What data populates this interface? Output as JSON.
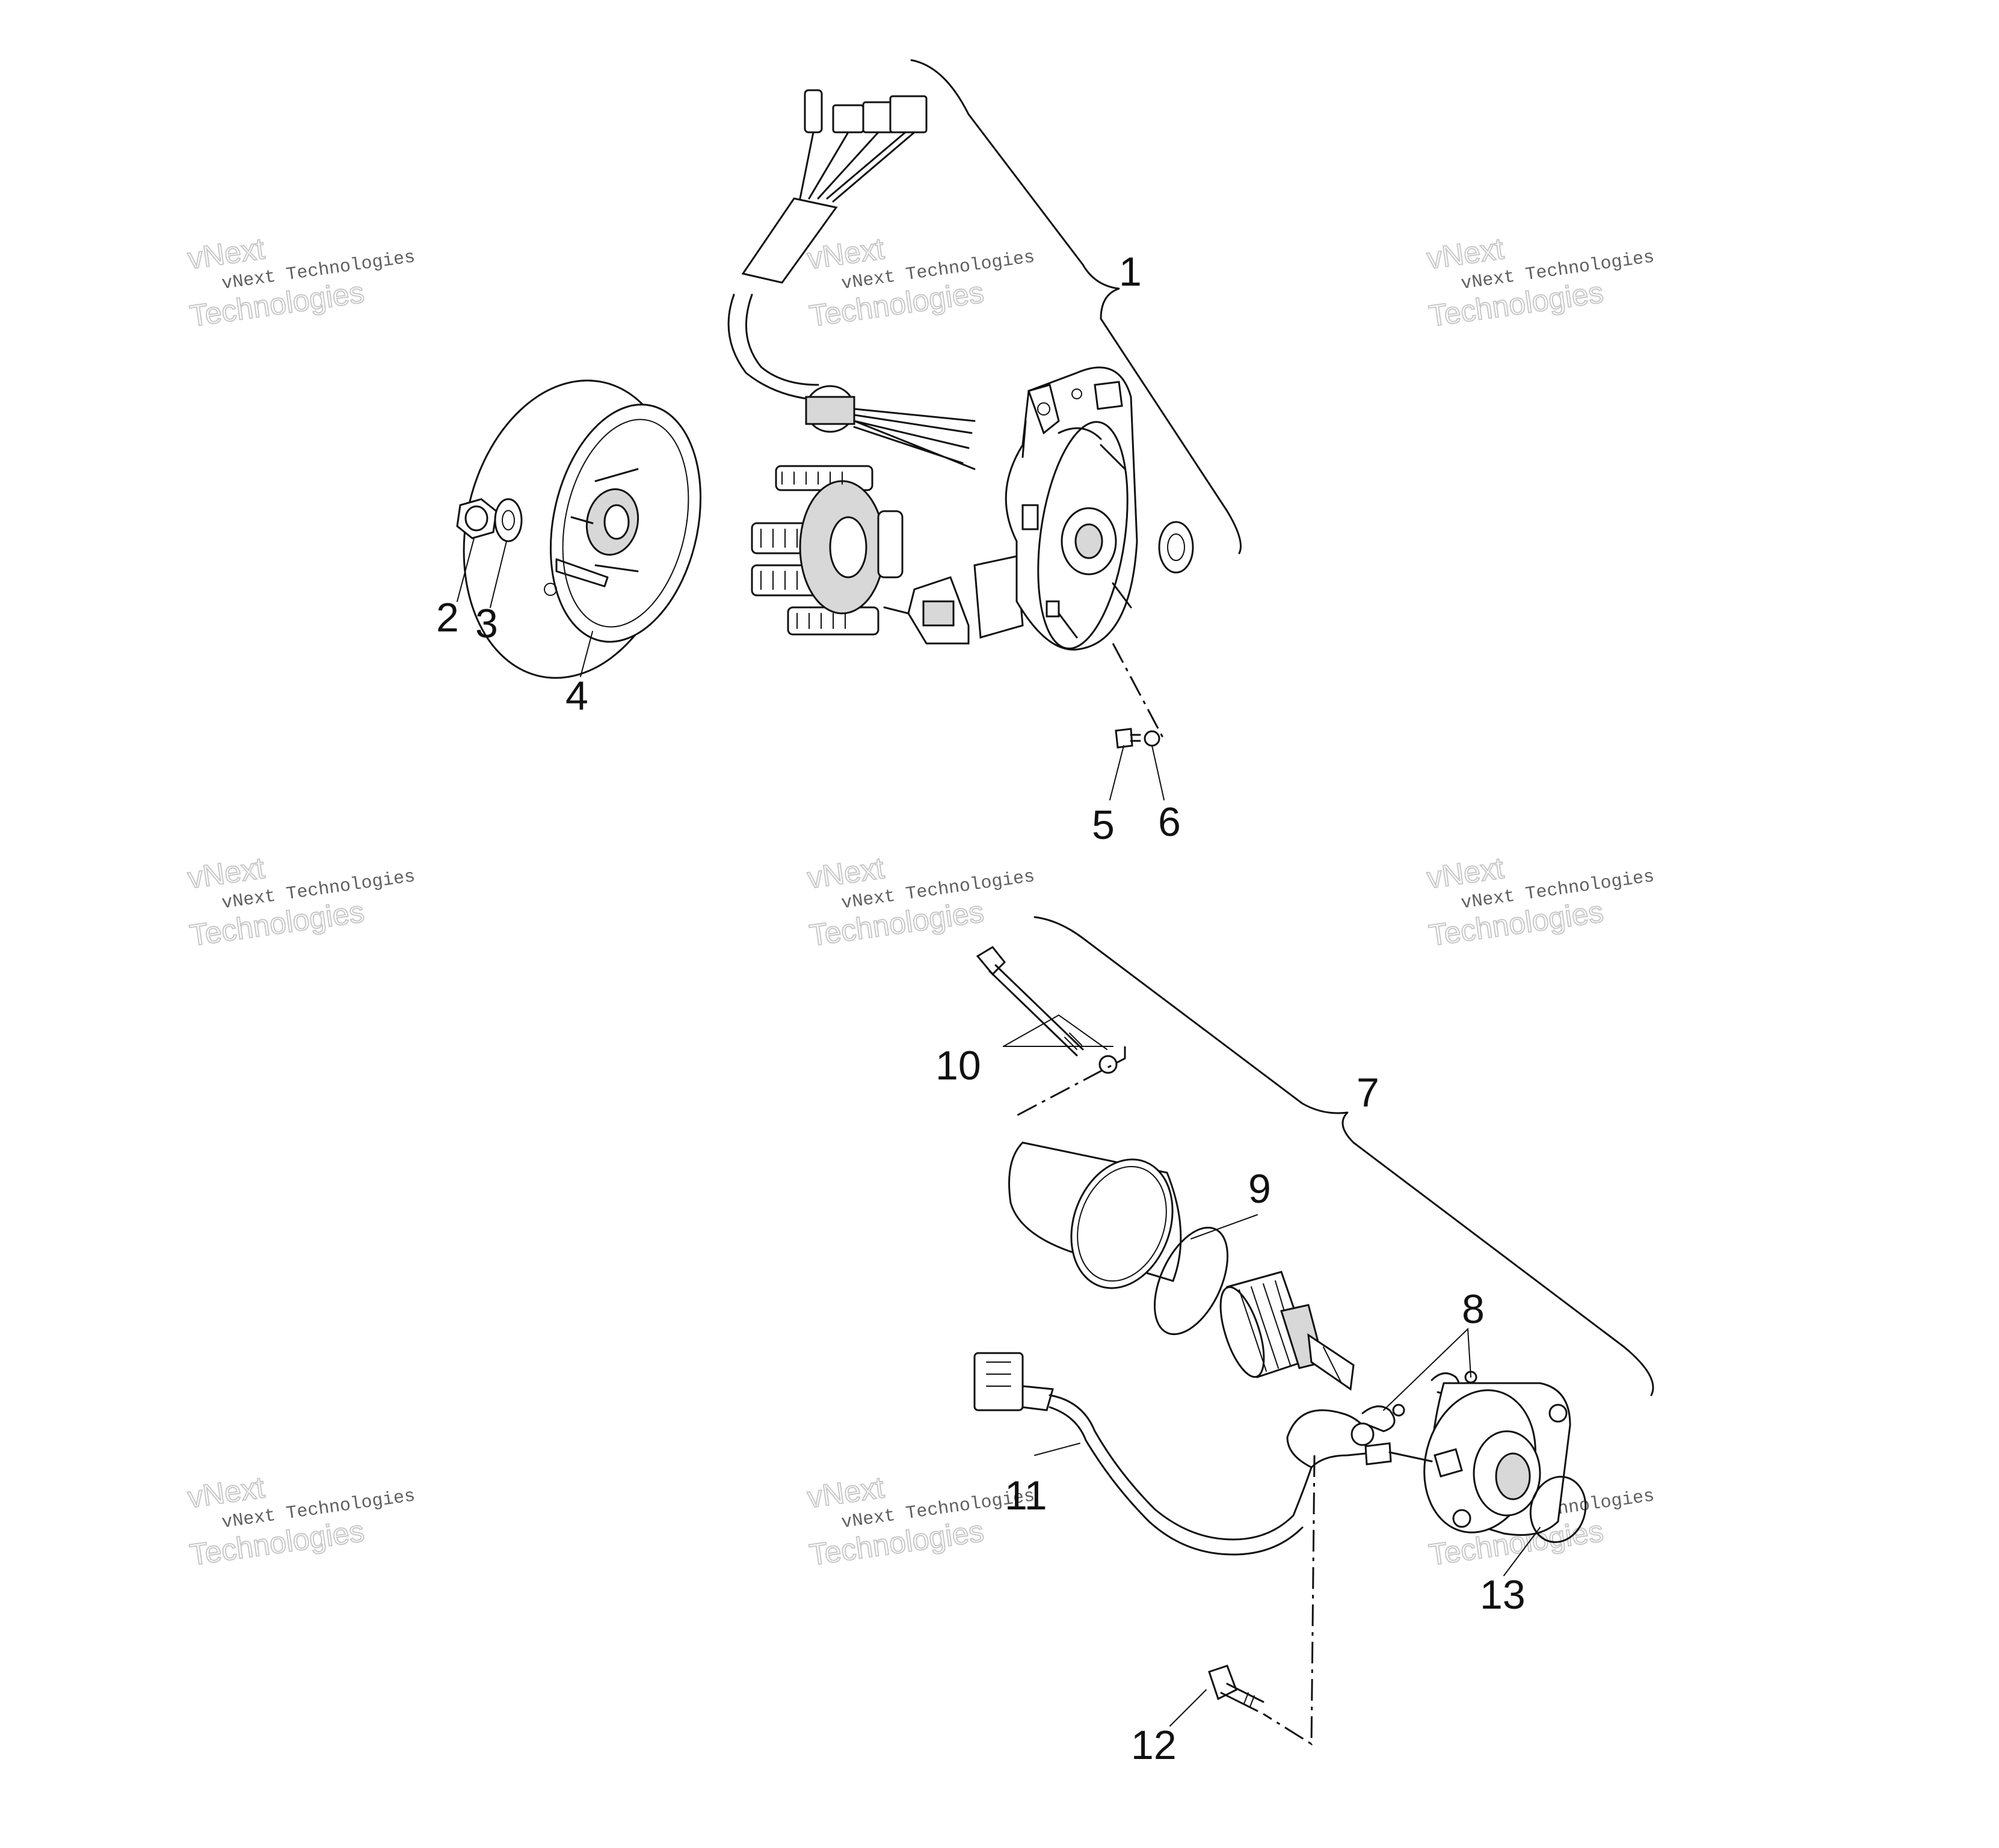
{
  "callouts": {
    "c1": "1",
    "c2": "2",
    "c3": "3",
    "c4": "4",
    "c5": "5",
    "c6": "6",
    "c7": "7",
    "c8": "8",
    "c9": "9",
    "c10": "10",
    "c11": "11",
    "c12": "12",
    "c13": "13"
  },
  "watermark": {
    "line1": "vNext Technologies",
    "line2": "vNext",
    "line3": "Technologies"
  }
}
